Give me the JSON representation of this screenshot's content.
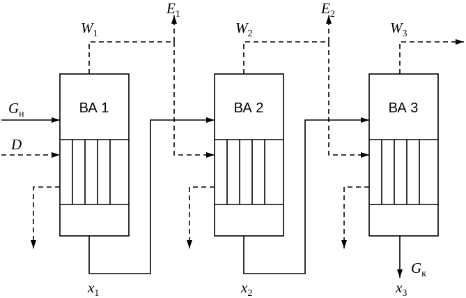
{
  "units": [
    {
      "label": "ВА 1",
      "vapor": {
        "sym": "W",
        "sub": "1"
      },
      "extra": {
        "sym": "E",
        "sub": "1"
      },
      "outflow": {
        "sym": "x",
        "sub": "1"
      }
    },
    {
      "label": "ВА 2",
      "vapor": {
        "sym": "W",
        "sub": "2"
      },
      "extra": {
        "sym": "E",
        "sub": "2"
      },
      "outflow": {
        "sym": "x",
        "sub": "2"
      }
    },
    {
      "label": "ВА 3",
      "vapor": {
        "sym": "W",
        "sub": "3"
      },
      "outflow": {
        "sym": "x",
        "sub": "3"
      }
    }
  ],
  "feed": {
    "sym": "G",
    "sub": "н"
  },
  "steam": {
    "sym": "D"
  },
  "product": {
    "sym": "G",
    "sub": "к"
  }
}
